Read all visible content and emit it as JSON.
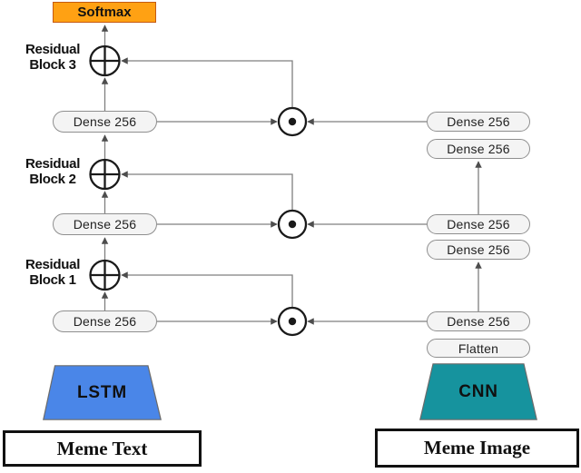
{
  "colors": {
    "softmax_fill": "#FFA113",
    "softmax_border": "#C55A11",
    "lstm_fill": "#4A86E8",
    "cnn_fill": "#16939E",
    "trap_border": "#6B6B6B",
    "oval_fill": "#F4F4F4",
    "oval_border": "#8F8F8F",
    "connector": "#7F7F7F",
    "arrowhead": "#4D4D4D",
    "symbol_stroke": "#1A1A1A",
    "input_border": "#111111"
  },
  "symbols": {
    "residual_add": "⊕",
    "elementwise_multiply": "⊙"
  },
  "left_branch": {
    "output_label": "Softmax",
    "residual_blocks": [
      {
        "line1": "Residual",
        "line2": "Block 3"
      },
      {
        "line1": "Residual",
        "line2": "Block 2"
      },
      {
        "line1": "Residual",
        "line2": "Block 1"
      }
    ],
    "dense_layers": [
      "Dense 256",
      "Dense 256",
      "Dense 256"
    ],
    "encoder_label": "LSTM",
    "input_label": "Meme Text"
  },
  "right_branch": {
    "dense_layers": [
      "Dense 256",
      "Dense 256",
      "Dense 256",
      "Dense 256",
      "Dense 256"
    ],
    "flatten_label": "Flatten",
    "encoder_label": "CNN",
    "input_label": "Meme Image"
  }
}
